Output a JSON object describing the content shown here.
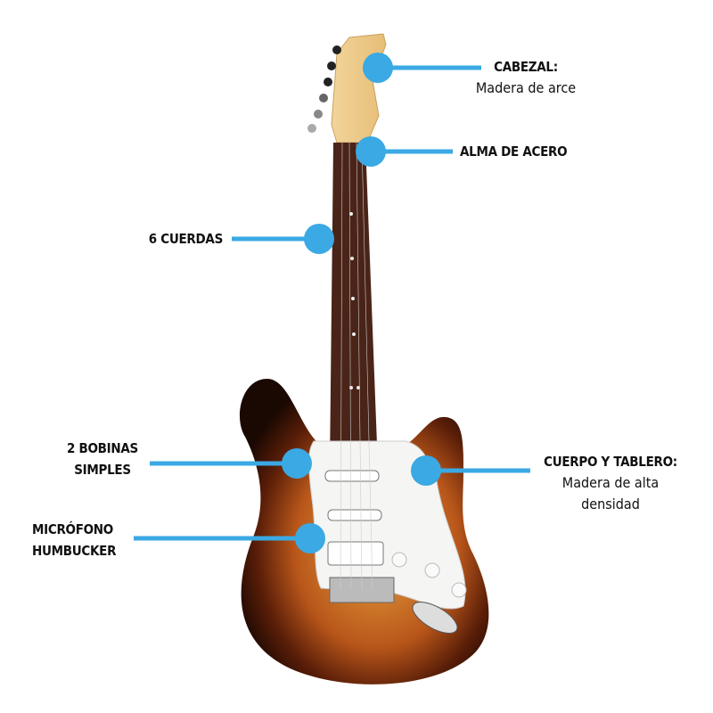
{
  "accent_color": "#3aa9e4",
  "callouts": {
    "headstock": {
      "title": "CABEZAL:",
      "subtitle": "Madera de arce"
    },
    "truss_rod": {
      "title": "ALMA DE ACERO"
    },
    "strings": {
      "title": "6 CUERDAS"
    },
    "single_coils": {
      "line1": "2 BOBINAS",
      "line2": "SIMPLES"
    },
    "humbucker": {
      "line1": "MICRÓFONO",
      "line2": "HUMBUCKER"
    },
    "body": {
      "title": "CUERPO Y TABLERO:",
      "sub1": "Madera de alta",
      "sub2": "densidad"
    }
  }
}
